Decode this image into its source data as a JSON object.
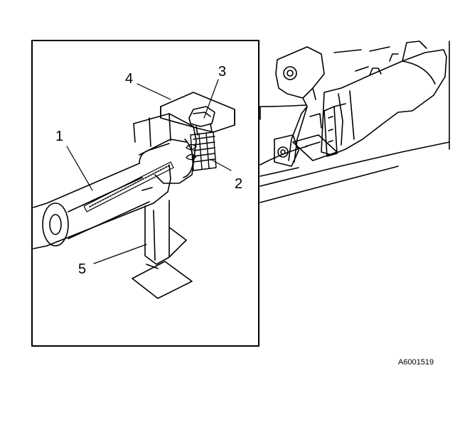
{
  "callouts": {
    "c1": "1",
    "c2": "2",
    "c3": "3",
    "c4": "4",
    "c5": "5"
  },
  "figure_id": "A6001519",
  "colors": {
    "ink": "#000000",
    "background": "#ffffff"
  }
}
